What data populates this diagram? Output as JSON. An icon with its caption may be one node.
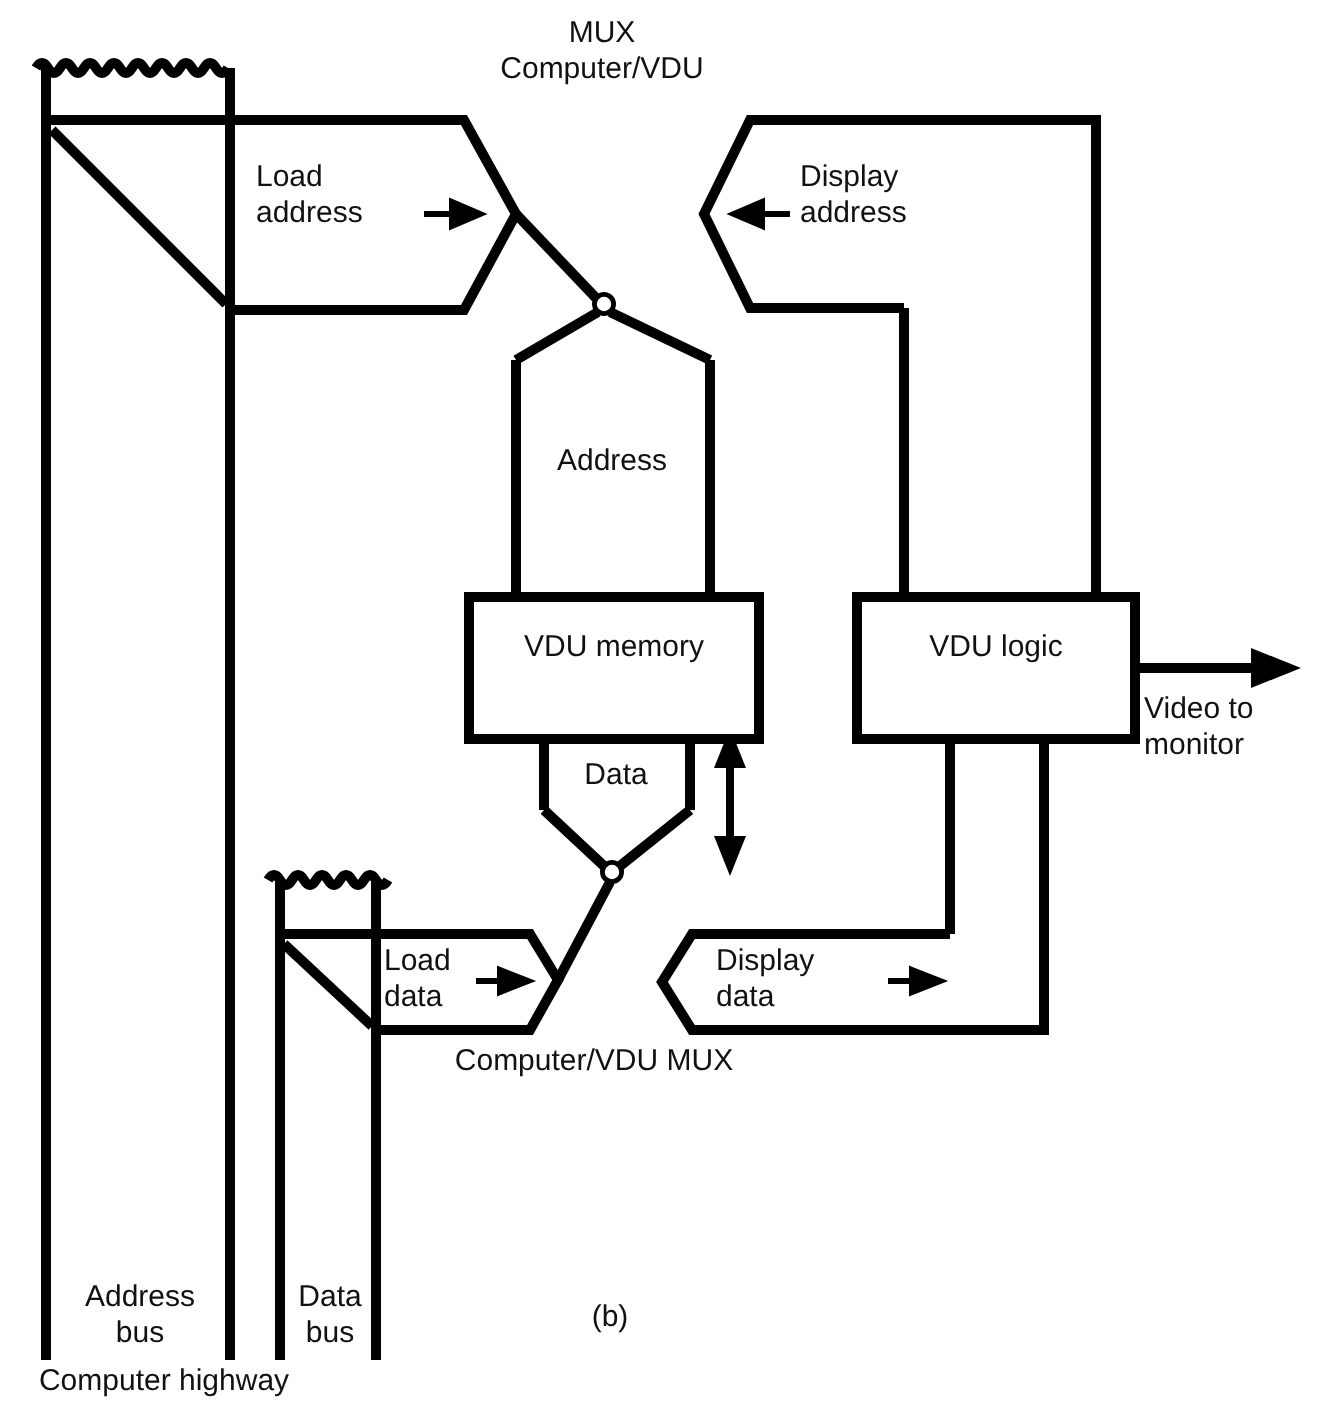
{
  "diagram": {
    "nodes": [
      {
        "text": [
          "Address bus"
        ]
      },
      {
        "text": [
          "Load address"
        ]
      },
      {
        "text": [],
        "shape": "circle"
      },
      {
        "text": [
          "Display address"
        ]
      },
      {
        "text": [
          "Address"
        ]
      },
      {
        "text": [
          "VDU memory"
        ]
      },
      {
        "text": [
          "VDU logic"
        ]
      },
      {
        "text": [
          "Data"
        ]
      },
      {
        "text": [],
        "shape": "circle"
      },
      {
        "text": [
          "Data bus"
        ]
      },
      {
        "text": [
          "Load data"
        ]
      },
      {
        "text": [
          "Display data"
        ]
      }
    ],
    "edges": [
      {
        "from": 0,
        "to": 1,
        "arrow": "none"
      },
      {
        "from": 1,
        "to": 2,
        "arrow": "none"
      },
      {
        "from": 2,
        "to": 4,
        "arrow": "none"
      },
      {
        "from": 7,
        "to": 8,
        "arrow": "none"
      },
      {
        "from": 8,
        "to": 10,
        "arrow": "none"
      },
      {
        "from": 9,
        "to": 10,
        "arrow": "none"
      },
      {
        "from": 6,
        "to": null,
        "arrow": "to",
        "label": "Video to monitor"
      },
      {
        "from": 3,
        "to": 6,
        "arrow": "none"
      },
      {
        "from": 11,
        "to": 6,
        "arrow": "none"
      },
      {
        "from": 5,
        "to": 7,
        "arrow": "both"
      }
    ],
    "labels": [
      "MUX Computer/VDU",
      "Computer/VDU MUX",
      "Computer highway",
      "(b)"
    ]
  }
}
